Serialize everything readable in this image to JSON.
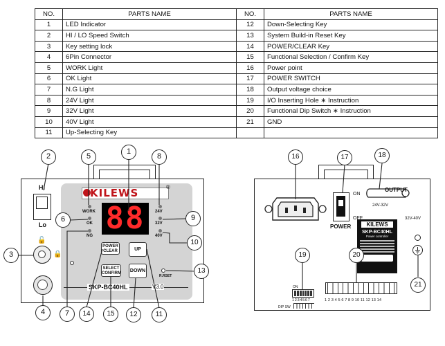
{
  "table": {
    "headers": [
      "NO.",
      "PARTS NAME",
      "NO.",
      "PARTS NAME"
    ],
    "rows": [
      {
        "no1": "1",
        "name1": "LED Indicator",
        "no2": "12",
        "name2": "Down-Selecting Key"
      },
      {
        "no1": "2",
        "name1": "HI / LO Speed Switch",
        "no2": "13",
        "name2": "System Build-in Reset Key"
      },
      {
        "no1": "3",
        "name1": "Key setting lock",
        "no2": "14",
        "name2": "POWER/CLEAR Key"
      },
      {
        "no1": "4",
        "name1": "6Pin Connector",
        "no2": "15",
        "name2": "Functional Selection / Confirm Key"
      },
      {
        "no1": "5",
        "name1": "WORK Light",
        "no2": "16",
        "name2": "Power point"
      },
      {
        "no1": "6",
        "name1": "OK Light",
        "no2": "17",
        "name2": "POWER SWITCH"
      },
      {
        "no1": "7",
        "name1": "N.G Light",
        "no2": "18",
        "name2": "Output voltage choice"
      },
      {
        "no1": "8",
        "name1": "24V Light",
        "no2": "19",
        "name2": "I/O Inserting Hole  ∗  Instruction"
      },
      {
        "no1": "9",
        "name1": "32V Light",
        "no2": "20",
        "name2": "Functional Dip Switch  ∗  Instruction"
      },
      {
        "no1": "10",
        "name1": "40V Light",
        "no2": "21",
        "name2": "GND"
      },
      {
        "no1": "11",
        "name1": "Up-Selecting Key",
        "no2": "",
        "name2": ""
      }
    ]
  },
  "front": {
    "hi_label": "Hi",
    "lo_label": "Lo",
    "brand": "KILEWS",
    "registered": "®",
    "display": "88",
    "work": "WORK",
    "ok": "OK",
    "ng": "NG",
    "v24": "24V",
    "v32": "32V",
    "v40": "40V",
    "power_clear_1": "POWER",
    "power_clear_2": "CLEAR",
    "select_confirm_1": "SELECT",
    "select_confirm_2": "CONFIRM",
    "up": "UP",
    "down": "DOWN",
    "reset": "R.RSET",
    "model": "SKP-BC40HL",
    "version": "V3.0"
  },
  "rear": {
    "power_label": "POWER",
    "on": "ON",
    "off": "OFF",
    "output": "OUTPUT",
    "range_low": "24V-32V",
    "range_high": "32V-40V",
    "sticker_brand": "KILEWS",
    "sticker_model": "SKP-BC40HL",
    "sticker_sub": "Power controller",
    "dip_label": "DIP SW",
    "dip_on": "ON",
    "dip_numbers": "1 2 3 4 5 6 7",
    "terminal_numbers": "1 2 3 4 5 6 7 8 9 10 11 12 13 14"
  },
  "callouts": [
    "1",
    "2",
    "3",
    "4",
    "5",
    "6",
    "7",
    "8",
    "9",
    "10",
    "11",
    "12",
    "13",
    "14",
    "15",
    "16",
    "17",
    "18",
    "19",
    "20",
    "21"
  ],
  "colors": {
    "brand_red": "#c0141a",
    "display_red": "#ff2a2a",
    "faceplate": "#d4d4d4"
  }
}
